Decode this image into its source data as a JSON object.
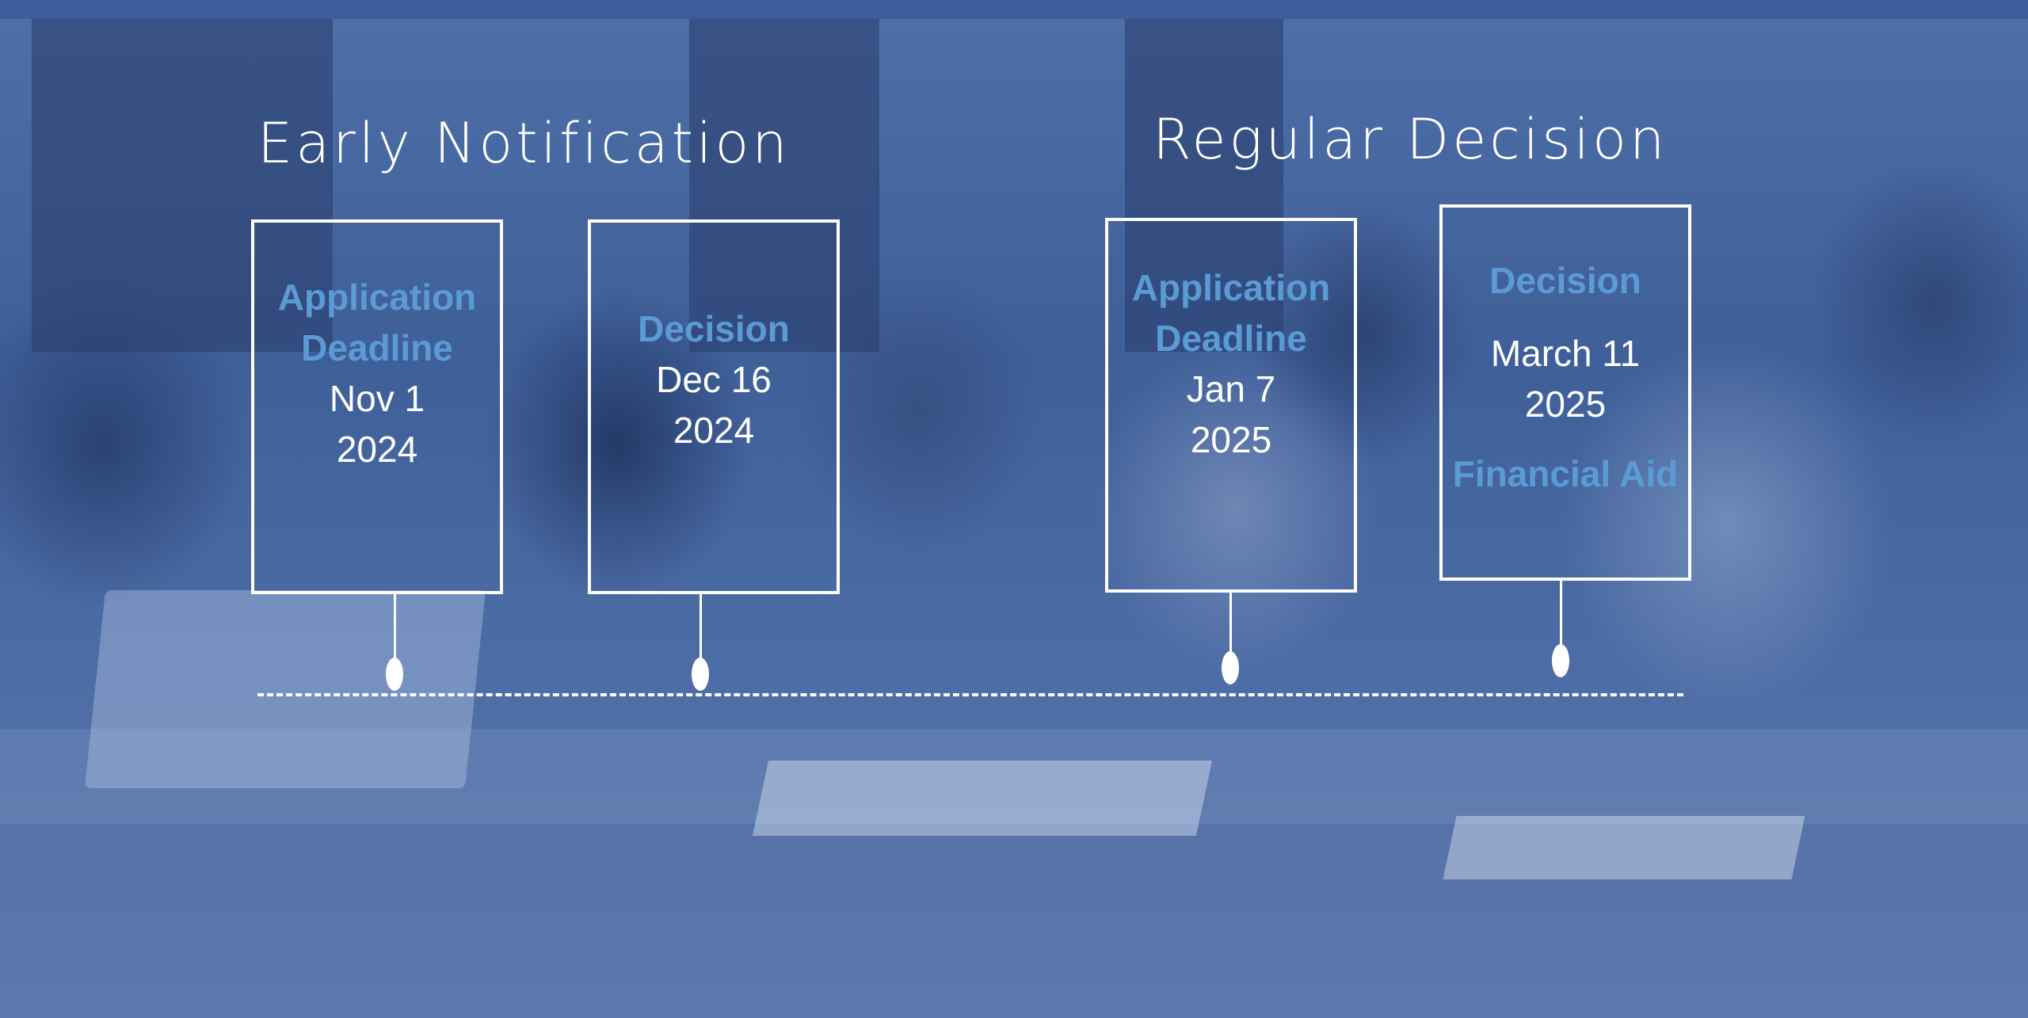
{
  "early_notification": {
    "heading": "Early Notification",
    "application_deadline": {
      "label_line1": "Application",
      "label_line2": "Deadline",
      "date": "Nov 1",
      "year": "2024"
    },
    "decision": {
      "label": "Decision",
      "date": "Dec 16",
      "year": "2024"
    }
  },
  "regular_decision": {
    "heading": "Regular Decision",
    "application_deadline": {
      "label_line1": "Application",
      "label_line2": "Deadline",
      "date": "Jan 7",
      "year": "2025"
    },
    "decision": {
      "label": "Decision",
      "date": "March 11",
      "year": "2025",
      "extra_label": "Financial Aid"
    }
  },
  "colors": {
    "overlay": "#4a6aa3",
    "label_blue": "#5b9bd5",
    "text": "#ffffff"
  }
}
